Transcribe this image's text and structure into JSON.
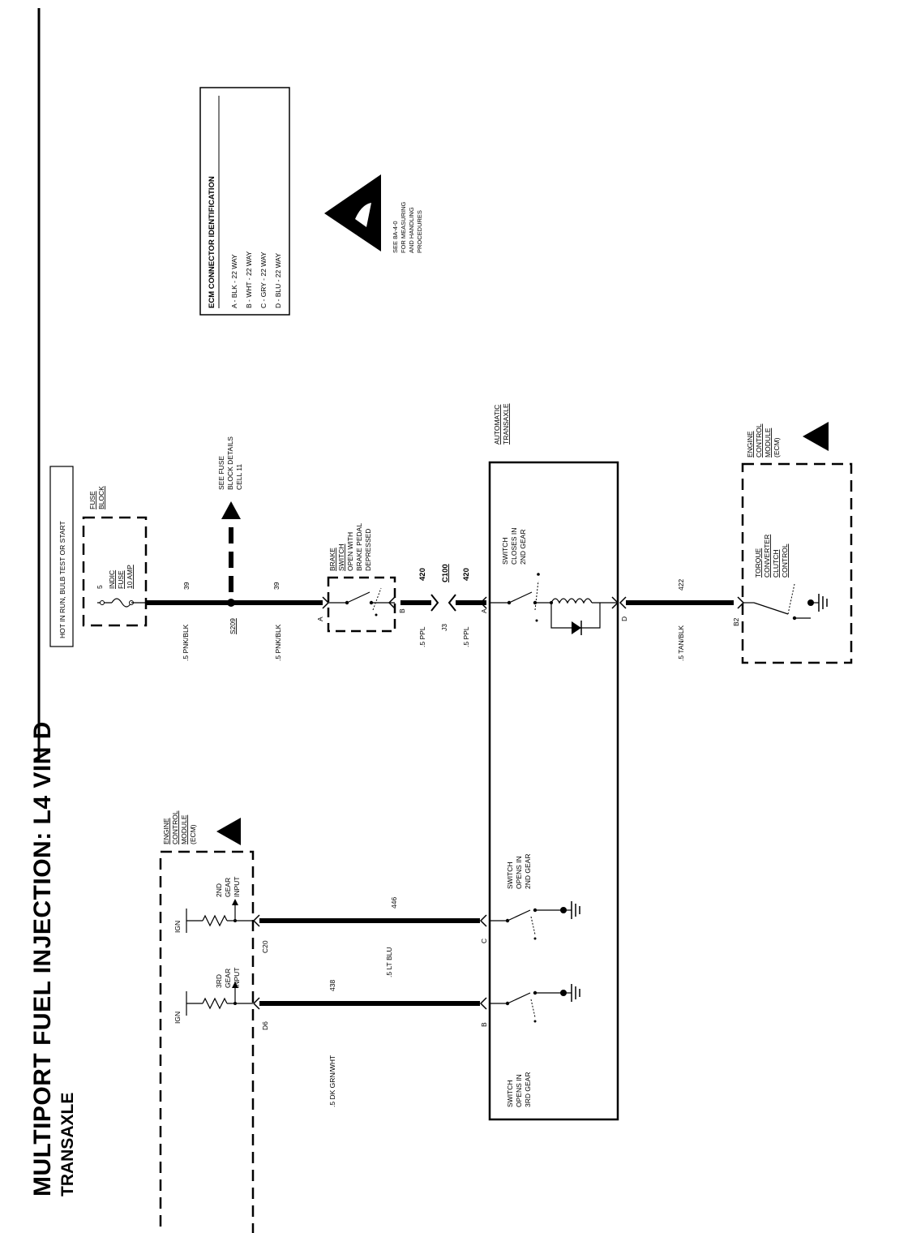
{
  "title": "MULTIPORT FUEL INJECTION: L4 VIN D",
  "subtitle": "TRANSAXLE",
  "power_note": "HOT IN RUN, BULB TEST OR START",
  "fuse_block": {
    "label1": "FUSE",
    "label2": "BLOCK",
    "fuse_num": "5",
    "fuse_name1": "INDIC",
    "fuse_name2": "FUSE",
    "fuse_rating": "10 AMP"
  },
  "splice": "S209",
  "see_fuse": [
    "SEE FUSE",
    "BLOCK DETAILS",
    "CELL 11"
  ],
  "ecm_connector": {
    "title": "ECM CONNECTOR IDENTIFICATION",
    "items": [
      "A - BLK - 22 WAY",
      "B - WHT - 22 WAY",
      "C - GRY - 22 WAY",
      "D - BLU - 22 WAY"
    ]
  },
  "esd_note": [
    "SEE 8A-4-0",
    "FOR MEASURING",
    "AND HANDLING",
    "PROCEDURES"
  ],
  "wires": {
    "w39": "39",
    "w39_color": ".5 PNK/BLK",
    "w420": "420",
    "w420_color": ".5 PPL",
    "w422": "422",
    "w422_color": ".5 TAN/BLK",
    "w446": "446",
    "w446_color": ".5 LT BLU",
    "w438": "438",
    "w438_color": ".5 DK GRN/WHT"
  },
  "brake_switch": [
    "BRAKE",
    "SWITCH",
    "OPEN WITH",
    "BRAKE PEDAL",
    "DEPRESSED"
  ],
  "connector_c100": "C100",
  "terminal_j3": "J3",
  "automatic_transaxle": [
    "AUTOMATIC",
    "TRANSAXLE"
  ],
  "switch_2nd_close": [
    "SWITCH",
    "CLOSES IN",
    "2ND GEAR"
  ],
  "switch_2nd_open": [
    "SWITCH",
    "OPENS IN",
    "2ND GEAR"
  ],
  "switch_3rd_open": [
    "SWITCH",
    "OPENS IN",
    "3RD GEAR"
  ],
  "ecm": [
    "ENGINE",
    "CONTROL",
    "MODULE",
    "(ECM)"
  ],
  "tcc": [
    "TORQUE",
    "CONVERTER",
    "CLUTCH",
    "CONTROL"
  ],
  "ecm_left": {
    "ign": "IGN",
    "gear2_input": [
      "2ND",
      "GEAR",
      "INPUT"
    ],
    "gear3_input": [
      "3RD",
      "GEAR",
      "INPUT"
    ]
  },
  "pins": {
    "A": "A",
    "B": "B",
    "C": "C",
    "D": "D",
    "B2": "B2",
    "C20": "C20",
    "D6": "D6"
  }
}
